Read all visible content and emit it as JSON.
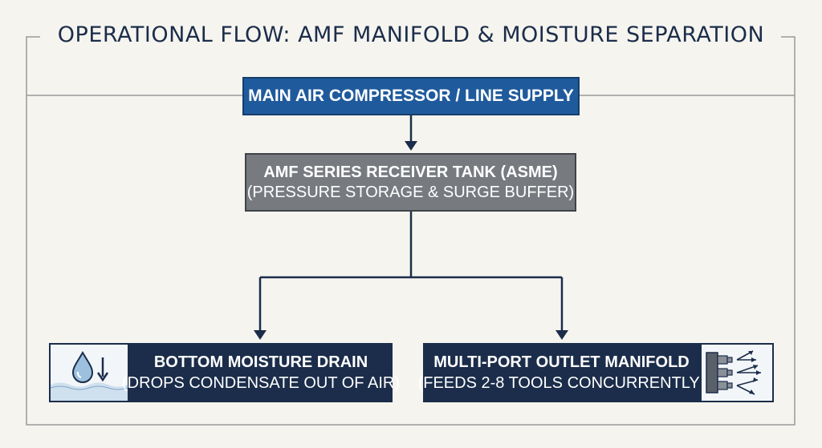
{
  "title": "OPERATIONAL FLOW: AMF MANIFOLD & MOISTURE SEPARATION",
  "nodes": {
    "supply": {
      "label": "MAIN AIR COMPRESSOR / LINE SUPPLY"
    },
    "tank": {
      "label": "AMF SERIES RECEIVER TANK (ASME)",
      "sublabel": "(PRESSURE STORAGE & SURGE BUFFER)"
    },
    "drain": {
      "label": "BOTTOM MOISTURE DRAIN",
      "sublabel": "(DROPS CONDENSATE OUT OF AIR)",
      "icon": "water-drop-down-arrow-icon"
    },
    "outlet": {
      "label": "MULTI-PORT OUTLET MANIFOLD",
      "sublabel": "(FEEDS 2-8 TOOLS CONCURRENTLY)",
      "icon": "manifold-ports-icon"
    }
  },
  "colors": {
    "background": "#f6f4ef",
    "title": "#1b2d4a",
    "supply": "#1f5a9c",
    "tank": "#777b80",
    "dark_box": "#1b2d4a",
    "connector": "#1b2d4a",
    "frame": "#9a9a9a"
  }
}
